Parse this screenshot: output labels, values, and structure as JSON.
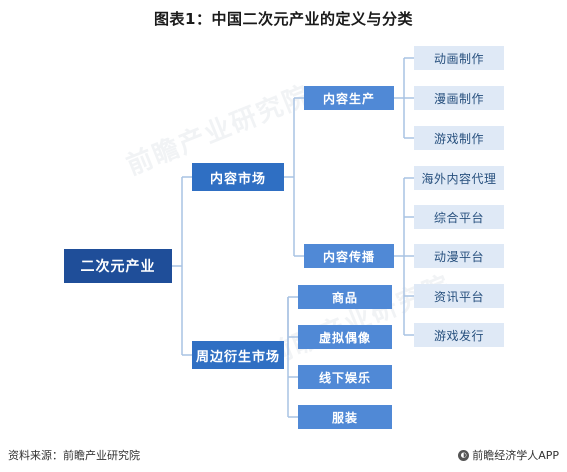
{
  "title": "图表1：中国二次元产业的定义与分类",
  "watermark": "前瞻产业研究院",
  "root": {
    "label": "二次元产业"
  },
  "level1": {
    "content_market": "内容市场",
    "derivative_market": "周边衍生市场"
  },
  "level2": {
    "content_production": "内容生产",
    "content_distribution": "内容传播"
  },
  "production_items": [
    "动画制作",
    "漫画制作",
    "游戏制作"
  ],
  "distribution_items": [
    "海外内容代理",
    "综合平台",
    "动漫平台",
    "资讯平台",
    "游戏发行"
  ],
  "derivative_items": [
    "商品",
    "虚拟偶像",
    "线下娱乐",
    "服装"
  ],
  "footer": {
    "source": "资料来源：前瞻产业研究院",
    "brand": "前瞻经济学人APP",
    "brand_icon": "qianzhan-logo-icon"
  },
  "colors": {
    "root": "#1f4e99",
    "level1": "#2f6fc3",
    "level2": "#5089d6",
    "leaf_bg": "#dfe9f6",
    "leaf_text": "#27507e",
    "connector": "#a9c3e3"
  }
}
